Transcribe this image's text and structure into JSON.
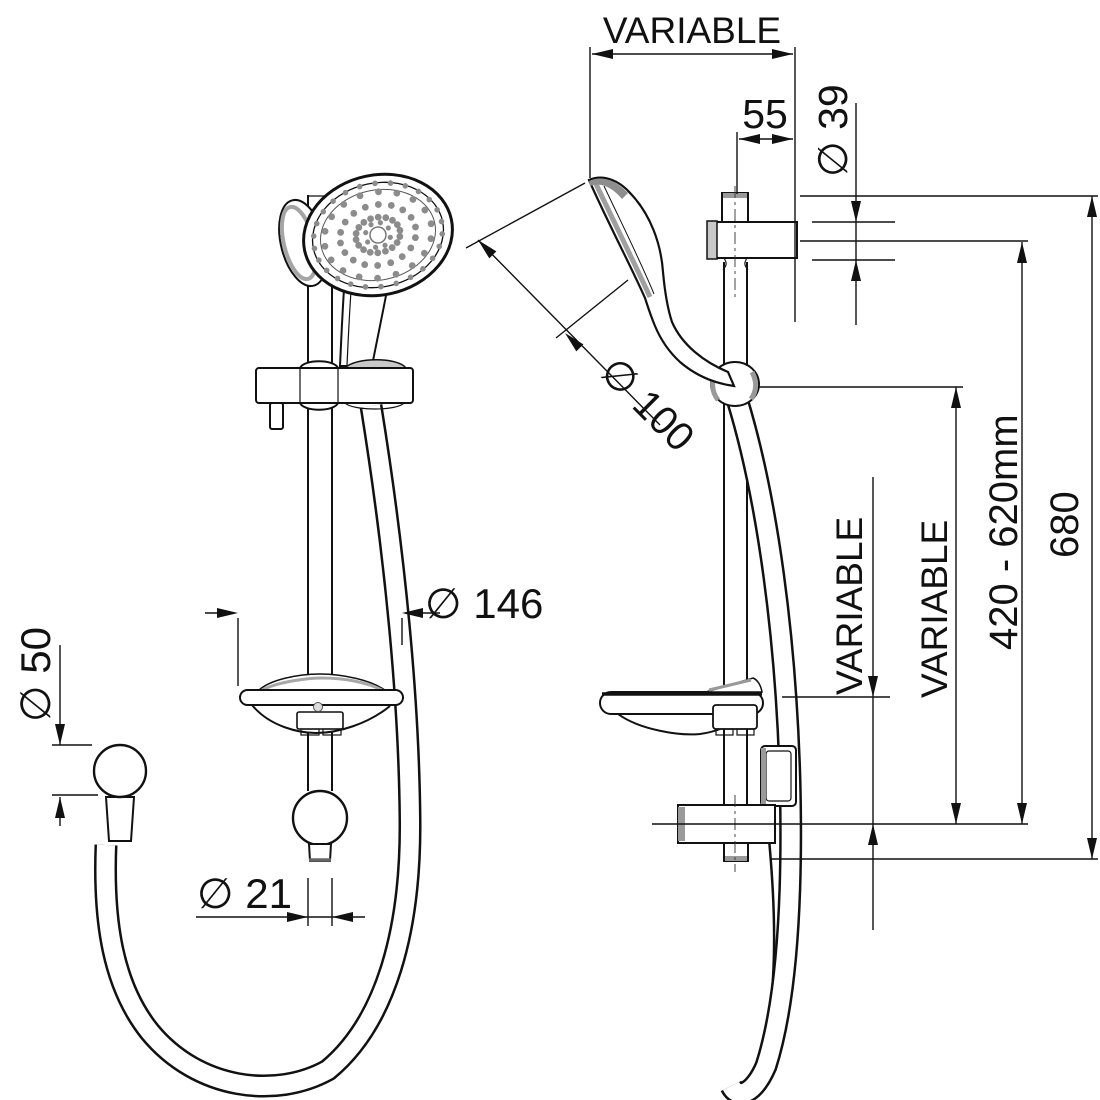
{
  "drawing": {
    "labels": {
      "top_width": "VARIABLE",
      "bracket_offset": "55",
      "bracket_diameter": "∅ 39",
      "head_diameter": "∅ 100",
      "dish_diameter": "∅ 146",
      "outlet_diameter": "∅ 50",
      "rail_diameter": "∅ 21",
      "upper_variable": "VARIABLE",
      "lower_variable": "VARIABLE",
      "adjustable_range": "420 - 620mm",
      "overall_height": "680"
    },
    "colors": {
      "line": "#111111",
      "shade": "#9a9a9a",
      "background": "#ffffff"
    }
  }
}
